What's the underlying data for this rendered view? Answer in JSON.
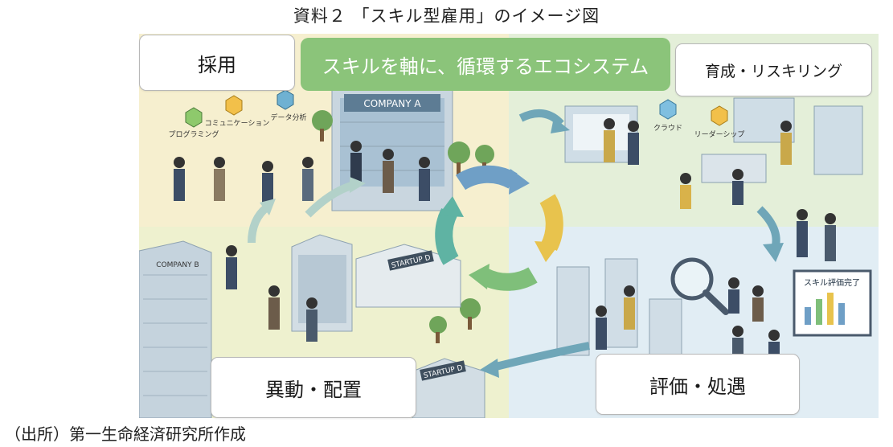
{
  "title": "資料２ 「スキル型雇用」のイメージ図",
  "center_banner": "スキルを軸に、循環するエコシステム",
  "phases": {
    "recruit": "採用",
    "develop": "育成・リスキリング",
    "evaluate": "評価・処遇",
    "transfer": "異動・配置"
  },
  "skills": {
    "programming": "プログラミング",
    "communication": "コミュニケーション",
    "data_analysis": "データ分析",
    "cloud": "クラウド",
    "leadership": "リーダーシップ"
  },
  "buildings": {
    "company_a": "COMPANY A",
    "company_b": "COMPANY B",
    "startup_d_top": "STARTUP D",
    "startup_d_bottom": "STARTUP D"
  },
  "screen_text": "スキル評価完了",
  "source": "（出所）第一生命経済研究所作成",
  "colors": {
    "banner": "#8bc47a",
    "cycle_blue": "#6f9fc6",
    "cycle_yellow": "#e8c34d",
    "cycle_green": "#7fbf7a",
    "cycle_teal": "#5fb3a3",
    "bg_yellow": "#f5efcf",
    "bg_green": "#e3efd8",
    "bg_blue": "#e3eef4"
  }
}
